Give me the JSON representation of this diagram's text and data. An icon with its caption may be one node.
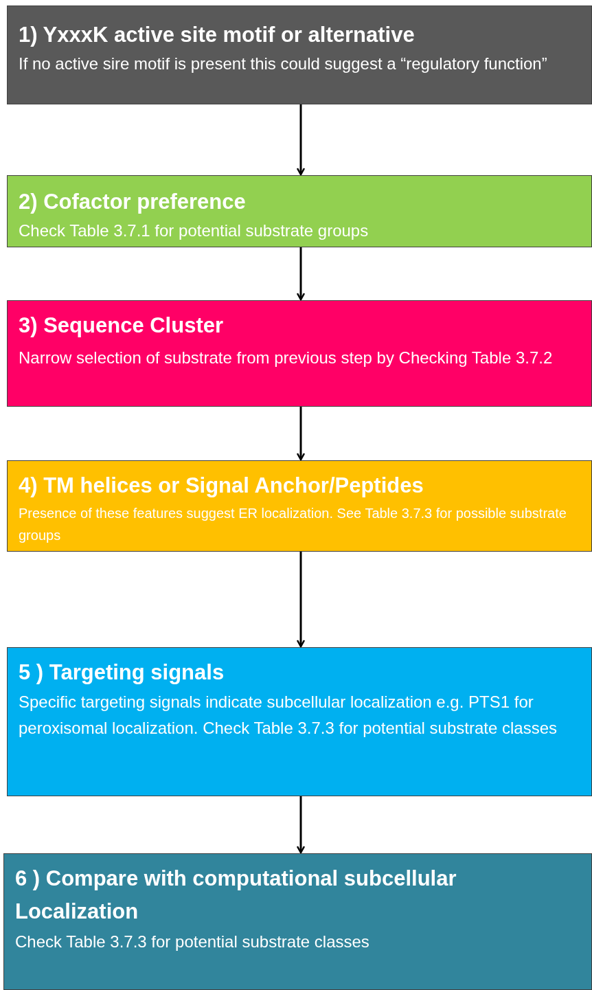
{
  "diagram": {
    "nodes": [
      {
        "text": [
          "1) YxxxK active site motif or alternative",
          "If no active sire motif is present this could suggest a “regulatory function”"
        ]
      },
      {
        "text": [
          "2) Cofactor preference",
          "Check Table 3.7.1 for potential substrate groups"
        ]
      },
      {
        "text": [
          "3) Sequence Cluster",
          "Narrow selection of substrate from previous step by Checking Table 3.7.2"
        ]
      },
      {
        "text": [
          "4) TM helices or Signal Anchor/Peptides",
          "Presence of these features suggest ER localization. See Table 3.7.3 for possible substrate groups"
        ]
      },
      {
        "text": [
          "5 ) Targeting signals",
          "Specific targeting signals indicate subcellular localization e.g. PTS1 for peroxisomal localization. Check Table 3.7.3 for potential substrate classes"
        ]
      },
      {
        "text": [
          "6 ) Compare with computational subcellular Localization",
          "Check Table 3.7.3 for potential substrate classes"
        ]
      }
    ],
    "edges": [
      {
        "from": 0,
        "to": 1,
        "arrow": "to"
      },
      {
        "from": 1,
        "to": 2,
        "arrow": "to"
      },
      {
        "from": 2,
        "to": 3,
        "arrow": "to"
      },
      {
        "from": 3,
        "to": 4,
        "arrow": "to"
      },
      {
        "from": 4,
        "to": 5,
        "arrow": "to"
      }
    ]
  }
}
